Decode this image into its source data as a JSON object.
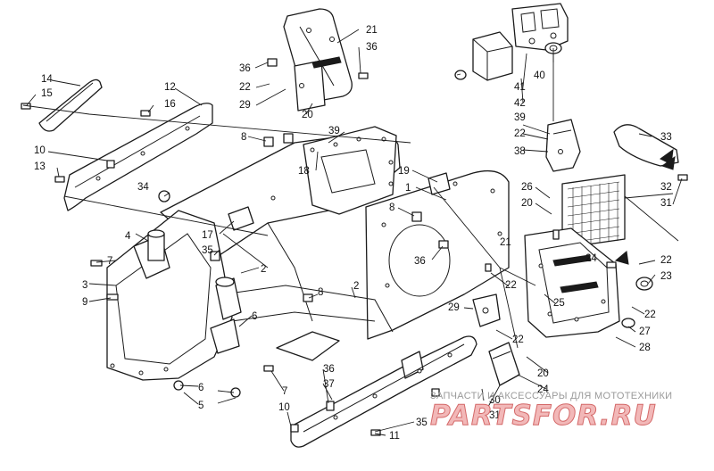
{
  "diagram": {
    "type": "exploded-parts-diagram",
    "callouts": [
      {
        "id": "c14a",
        "text": "14"
      },
      {
        "id": "c15a",
        "text": "15"
      },
      {
        "id": "c12",
        "text": "12"
      },
      {
        "id": "c16",
        "text": "16"
      },
      {
        "id": "c10a",
        "text": "10"
      },
      {
        "id": "c13",
        "text": "13"
      },
      {
        "id": "c21a",
        "text": "21"
      },
      {
        "id": "c36a",
        "text": "36"
      },
      {
        "id": "c36b",
        "text": "36"
      },
      {
        "id": "c22a",
        "text": "22"
      },
      {
        "id": "c29a",
        "text": "29"
      },
      {
        "id": "c20a",
        "text": "20"
      },
      {
        "id": "c8a",
        "text": "8"
      },
      {
        "id": "c39a",
        "text": "39"
      },
      {
        "id": "c18",
        "text": "18"
      },
      {
        "id": "c41",
        "text": "41"
      },
      {
        "id": "c42",
        "text": "42"
      },
      {
        "id": "c40",
        "text": "40"
      },
      {
        "id": "c39b",
        "text": "39"
      },
      {
        "id": "c22b",
        "text": "22"
      },
      {
        "id": "c38",
        "text": "38"
      },
      {
        "id": "c33",
        "text": "33"
      },
      {
        "id": "c34",
        "text": "34"
      },
      {
        "id": "c17",
        "text": "17"
      },
      {
        "id": "c35a",
        "text": "35"
      },
      {
        "id": "c19",
        "text": "19"
      },
      {
        "id": "c1",
        "text": "1"
      },
      {
        "id": "c8b",
        "text": "8"
      },
      {
        "id": "c26",
        "text": "26"
      },
      {
        "id": "c20b",
        "text": "20"
      },
      {
        "id": "c32",
        "text": "32"
      },
      {
        "id": "c31a",
        "text": "31"
      },
      {
        "id": "c4",
        "text": "4"
      },
      {
        "id": "c7a",
        "text": "7"
      },
      {
        "id": "c2a",
        "text": "2"
      },
      {
        "id": "c36c",
        "text": "36"
      },
      {
        "id": "c21b",
        "text": "21"
      },
      {
        "id": "c24a",
        "text": "24"
      },
      {
        "id": "c22c",
        "text": "22"
      },
      {
        "id": "c23",
        "text": "23"
      },
      {
        "id": "c3",
        "text": "3"
      },
      {
        "id": "c9",
        "text": "9"
      },
      {
        "id": "c2b",
        "text": "2"
      },
      {
        "id": "c8c",
        "text": "8"
      },
      {
        "id": "c22d",
        "text": "22"
      },
      {
        "id": "c29b",
        "text": "29"
      },
      {
        "id": "c25",
        "text": "25"
      },
      {
        "id": "c22e",
        "text": "22"
      },
      {
        "id": "c6a",
        "text": "6"
      },
      {
        "id": "c27",
        "text": "27"
      },
      {
        "id": "c22f",
        "text": "22"
      },
      {
        "id": "c28",
        "text": "28"
      },
      {
        "id": "c6b",
        "text": "6"
      },
      {
        "id": "c7b",
        "text": "7"
      },
      {
        "id": "c5",
        "text": "5"
      },
      {
        "id": "c36d",
        "text": "36"
      },
      {
        "id": "c37",
        "text": "37"
      },
      {
        "id": "c20c",
        "text": "20"
      },
      {
        "id": "c24b",
        "text": "24"
      },
      {
        "id": "c10b",
        "text": "10"
      },
      {
        "id": "c30",
        "text": "30"
      },
      {
        "id": "c31b",
        "text": "31"
      },
      {
        "id": "c35b",
        "text": "35"
      },
      {
        "id": "c11",
        "text": "11"
      }
    ]
  },
  "watermark": {
    "caption": "ЗАПЧАСТИ И АКСЕССУАРЫ ДЛЯ МОТОТЕХНИКИ",
    "brand": "PARTSFOR.RU"
  },
  "colors": {
    "line": "#1a1a1a",
    "background": "#ffffff",
    "watermark_fill": "#f2b8b8",
    "watermark_stroke": "#d46a6a",
    "watermark_caption": "#9a9a9a"
  }
}
